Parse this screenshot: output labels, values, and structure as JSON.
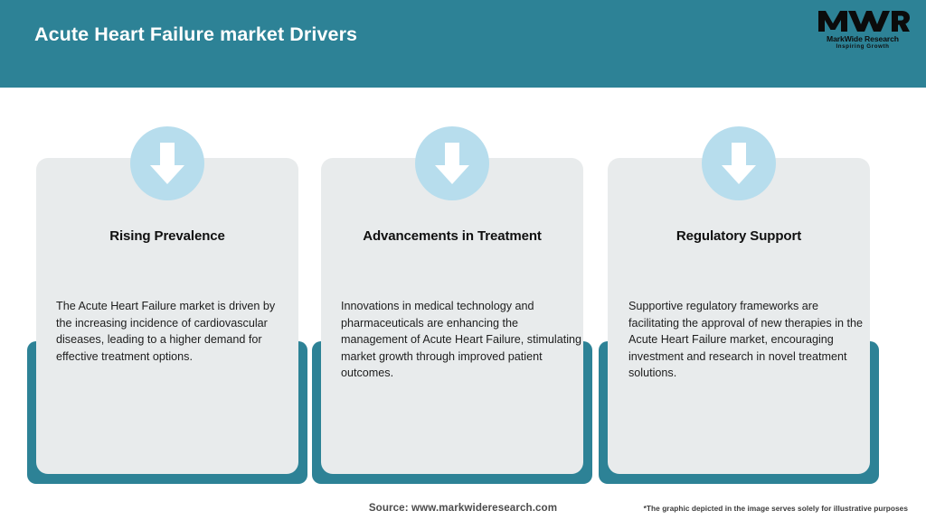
{
  "header": {
    "title": "Acute Heart Failure market Drivers",
    "background_color": "#2d8296",
    "title_color": "#ffffff"
  },
  "logo": {
    "mark": "MWR",
    "name": "MarkWide Research",
    "tagline": "Inspiring Growth"
  },
  "theme": {
    "accent_teal": "#2d8296",
    "card_gray": "#e8ebec",
    "icon_circle_blue": "#b7dded",
    "arrow_white": "#ffffff"
  },
  "cards": [
    {
      "icon": "down-arrow-icon",
      "title": "Rising Prevalence",
      "body": "The Acute Heart Failure market is driven by the increasing incidence of cardiovascular diseases, leading to a higher demand for effective treatment options."
    },
    {
      "icon": "down-arrow-icon",
      "title": "Advancements in Treatment",
      "body": "Innovations in medical technology and pharmaceuticals are enhancing the management of Acute Heart Failure, stimulating market growth through improved patient outcomes."
    },
    {
      "icon": "down-arrow-icon",
      "title": "Regulatory Support",
      "body": "Supportive regulatory frameworks are facilitating the approval of new therapies in the Acute Heart Failure market, encouraging investment and research in novel treatment solutions."
    }
  ],
  "footer": {
    "source": "Source: www.markwideresearch.com",
    "disclaimer": "*The graphic depicted in the image serves solely for illustrative purposes"
  }
}
